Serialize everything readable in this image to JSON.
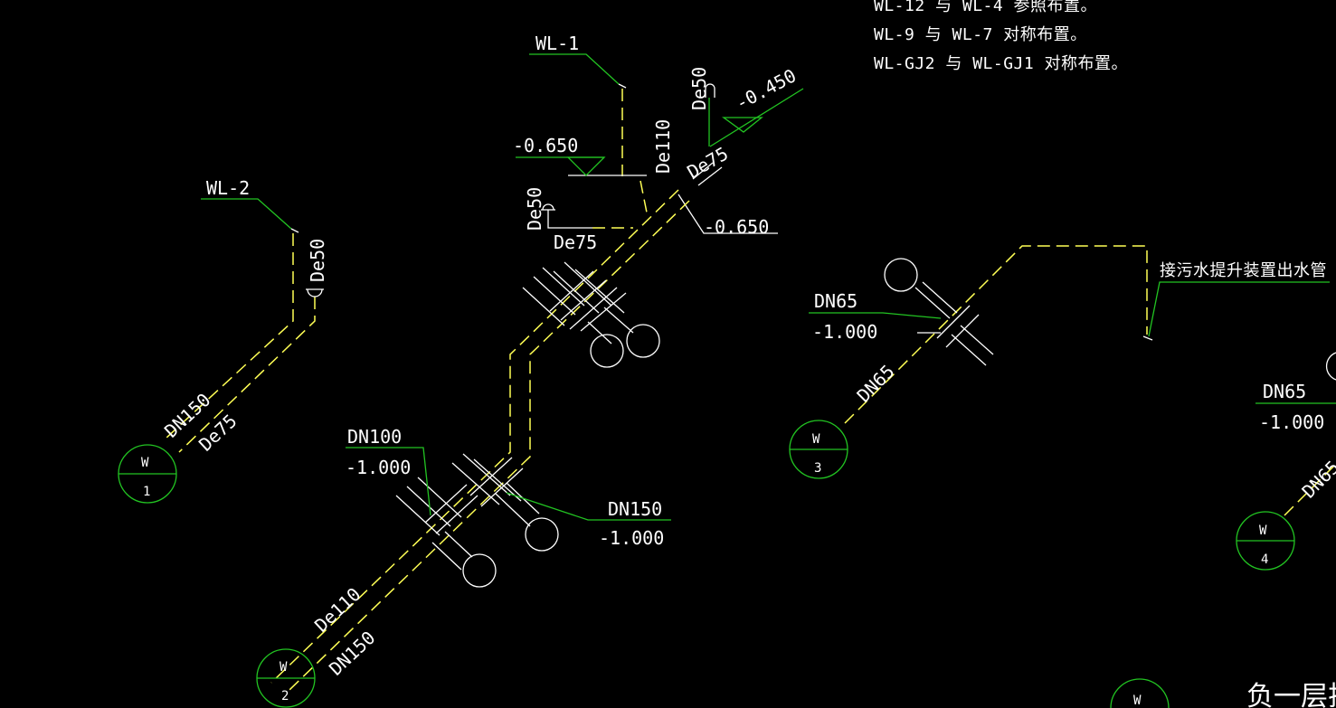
{
  "notes": [
    "WL-12 与 WL-4 参照布置。",
    "WL-9 与 WL-7 对称布置。",
    "WL-GJ2 与 WL-GJ1 对称布置。"
  ],
  "tags": {
    "wl1": "WL-1",
    "wl2": "WL-2"
  },
  "pipe_sizes": {
    "de50_a": "De50",
    "de50_b": "De50",
    "de50_c": "De50",
    "de110_a": "De110",
    "de110_b": "De110",
    "de75_a": "De75",
    "de75_b": "De75",
    "de75_c": "De75",
    "dn150_a": "DN150",
    "dn150_b": "DN150",
    "dn150_c": "DN150",
    "dn100": "DN100",
    "dn65_a": "DN65",
    "dn65_b": "DN65",
    "dn65_c": "DN65",
    "dn65_d": "DN65"
  },
  "elevations": {
    "e_0650_a": "-0.650",
    "e_0650_b": "-0.650",
    "e_0450": "-0.450",
    "e_1000_a": "-1.000",
    "e_1000_b": "-1.000",
    "e_1000_c": "-1.000",
    "e_1000_d": "-1.000"
  },
  "pump_outlet_label": "接污水提升装置出水管",
  "drain_markers": [
    {
      "letter": "W",
      "number": "1"
    },
    {
      "letter": "W",
      "number": "2"
    },
    {
      "letter": "W",
      "number": "3"
    },
    {
      "letter": "W",
      "number": "4"
    },
    {
      "letter": "W",
      "number": ""
    }
  ],
  "floor_title": "负一层排",
  "colors": {
    "background": "#000000",
    "leader_green": "#22c422",
    "pipe_yellow": "#ffff55",
    "text_white": "#ffffff"
  }
}
